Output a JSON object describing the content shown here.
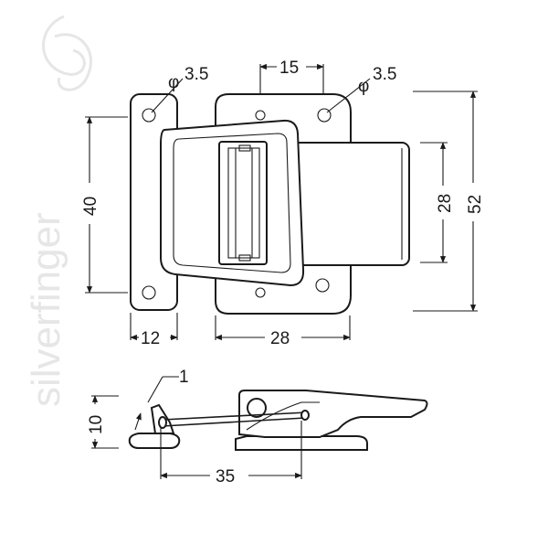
{
  "watermark": {
    "text": "silverfinger"
  },
  "dimensions": {
    "top_view": {
      "hole_left": "3.5",
      "hole_right": "3.5",
      "phi_symbol": "φ",
      "keeper_hole_spacing": "15",
      "hasp_height": "40",
      "hasp_width": "12",
      "base_width": "28",
      "latch_height": "28",
      "overall_height": "52"
    },
    "side_view": {
      "thickness": "1",
      "height": "10",
      "length": "35"
    }
  }
}
